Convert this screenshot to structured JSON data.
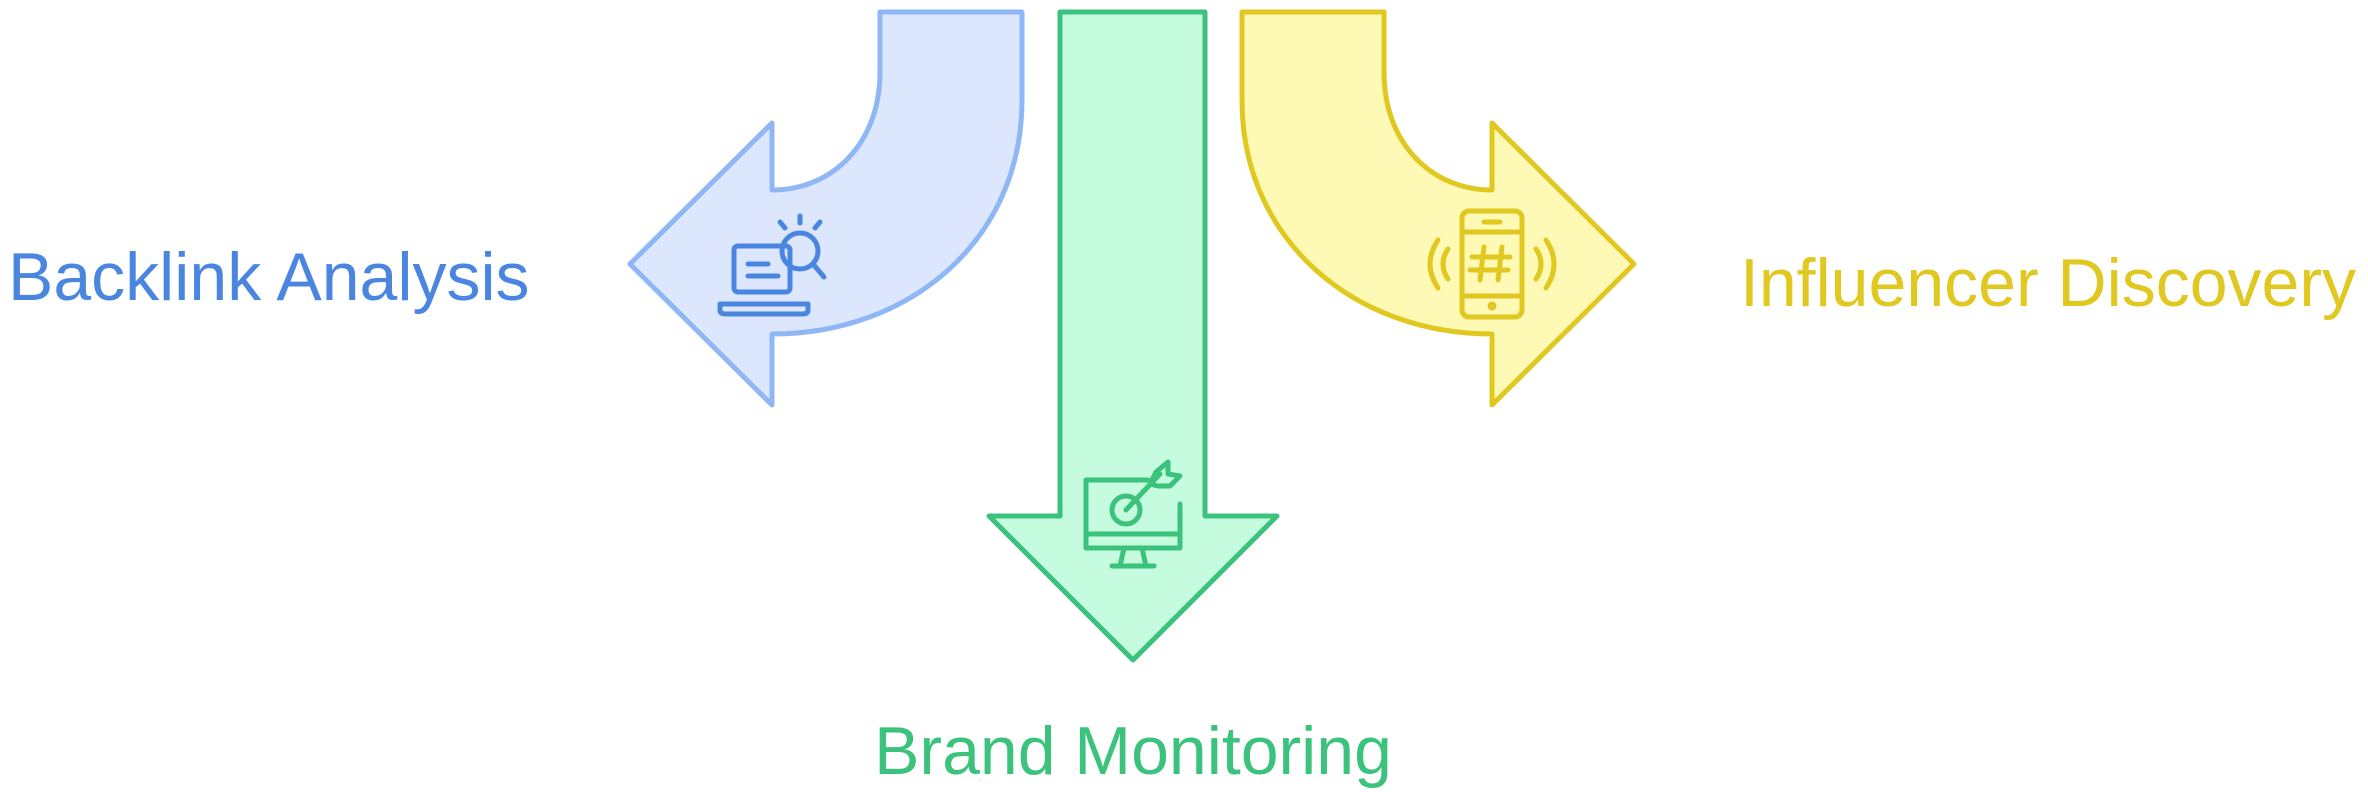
{
  "diagram": {
    "branches": [
      {
        "label": "Backlink Analysis",
        "icon": "laptop-search-icon",
        "stroke": "#8FB6F5",
        "fill": "#DCE7FD",
        "text_color": "#4A86E0",
        "icon_color": "#4A86E0"
      },
      {
        "label": "Brand Monitoring",
        "icon": "monitor-target-icon",
        "stroke": "#3BC27C",
        "fill": "#C5FBDE",
        "text_color": "#3BC27C",
        "icon_color": "#3BC27C"
      },
      {
        "label": "Influencer Discovery",
        "icon": "phone-hashtag-icon",
        "stroke": "#E0C820",
        "fill": "#FEF9B5",
        "text_color": "#E0C820",
        "icon_color": "#E0C820"
      }
    ]
  }
}
